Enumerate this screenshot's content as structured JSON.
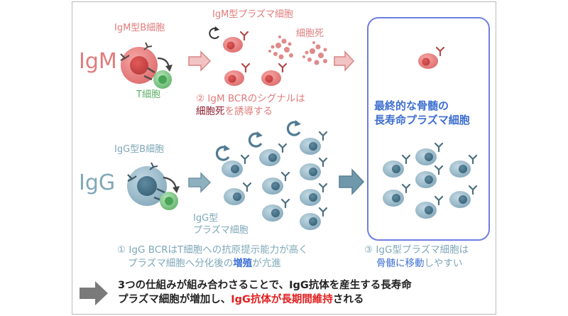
{
  "labels": {
    "igm_big": "IgM",
    "igg_big": "IgG",
    "igm_bcell": "IgM型B細胞",
    "igm_plasma": "IgM型プラズマ細胞",
    "cell_death": "細胞死",
    "t_cell": "T細胞",
    "igg_bcell": "IgG型B細胞",
    "igg_plasma_1": "IgG型",
    "igg_plasma_2": "プラズマ細胞"
  },
  "captions": {
    "igm_line1": "② IgM BCRのシグナルは",
    "igm_line2_a": "細胞死",
    "igm_line2_b": "を誘導する",
    "igg1_line1": "① IgG BCRはT細胞への抗原提示能力が高く",
    "igg1_line2_a": "プラズマ細胞へ分化後の",
    "igg1_line2_b": "増殖",
    "igg1_line2_c": "が亢進",
    "igg3_line1": "③ IgG型プラズマ細胞は",
    "igg3_line2_a": "骨髄に移動",
    "igg3_line2_b": "しやすい"
  },
  "long_lived": {
    "line1": "最終的な骨髄の",
    "line2": "長寿命プラズマ細胞"
  },
  "summary": {
    "line1": "3つの仕組みが組み合わさることで、IgG抗体を産生する長寿命",
    "line2_a": "プラズマ細胞が増加し、",
    "line2_b": "IgG抗体が長期間維持",
    "line2_c": "される"
  },
  "colors": {
    "igm": "#e07c7c",
    "igg": "#7fa7b8",
    "accent_blue": "#3c6fd3",
    "box_border": "#6f7fe0",
    "highlight_red": "#e21f1f",
    "arrow_gray": "#777777"
  }
}
